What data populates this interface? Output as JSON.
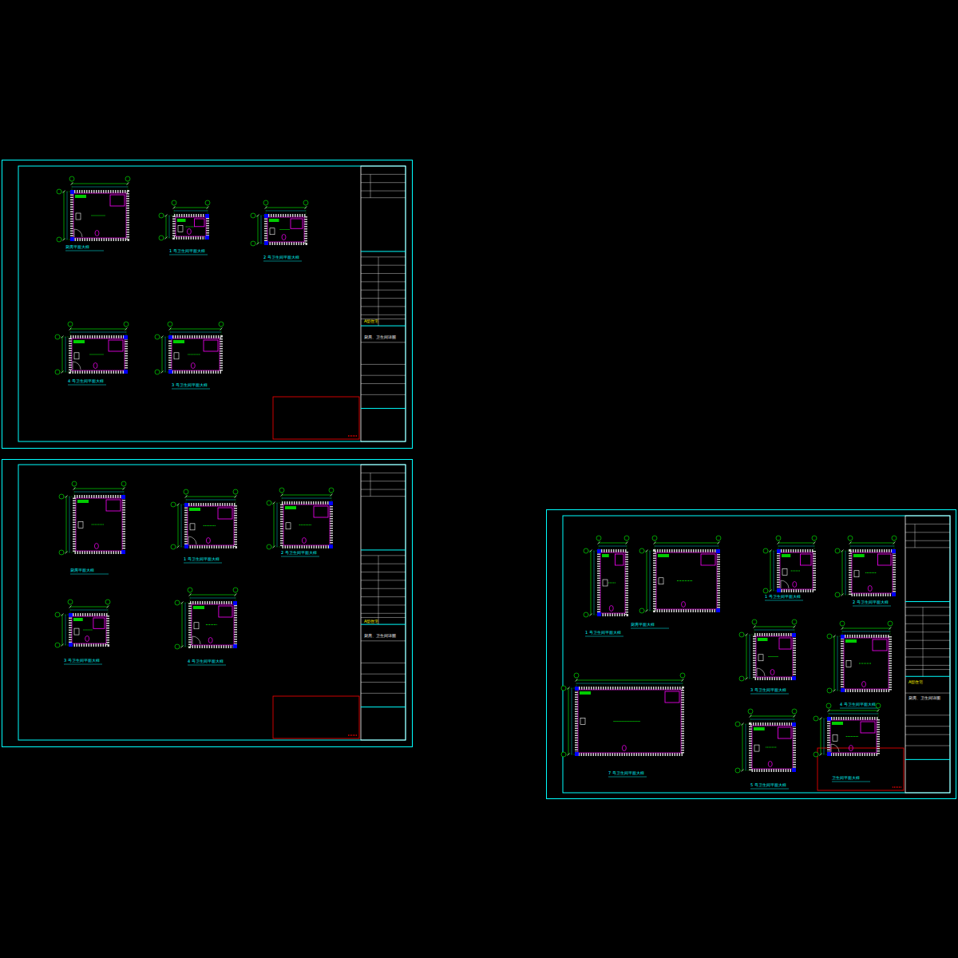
{
  "diagram": {
    "nodes": [
      {
        "text": [
          "A型住宅",
          "厨房、卫生间详图"
        ]
      },
      {
        "text": [
          "A型住宅",
          "厨房、卫生间详图"
        ]
      },
      {
        "text": [
          "A型住宅",
          "厨房、卫生间详图"
        ]
      }
    ],
    "labels": [
      "厨房平面大样",
      "1 号卫生间平面大样",
      "2 号卫生间平面大样",
      "4 号卫生间平面大样",
      "3 号卫生间平面大样",
      "厨房平面大样",
      "1 号卫生间平面大样",
      "2 号卫生间平面大样",
      "3 号卫生间平面大样",
      "4 号卫生间平面大样",
      "1 号卫生间平面大样",
      "厨房平面大样",
      "1 号卫生间平面大样",
      "2 号卫生间平面大样",
      "7 号卫生间平面大样",
      "3 号卫生间平面大样",
      "4 号卫生间平面大样",
      "5 号卫生间平面大样",
      "卫生间平面大样"
    ]
  }
}
